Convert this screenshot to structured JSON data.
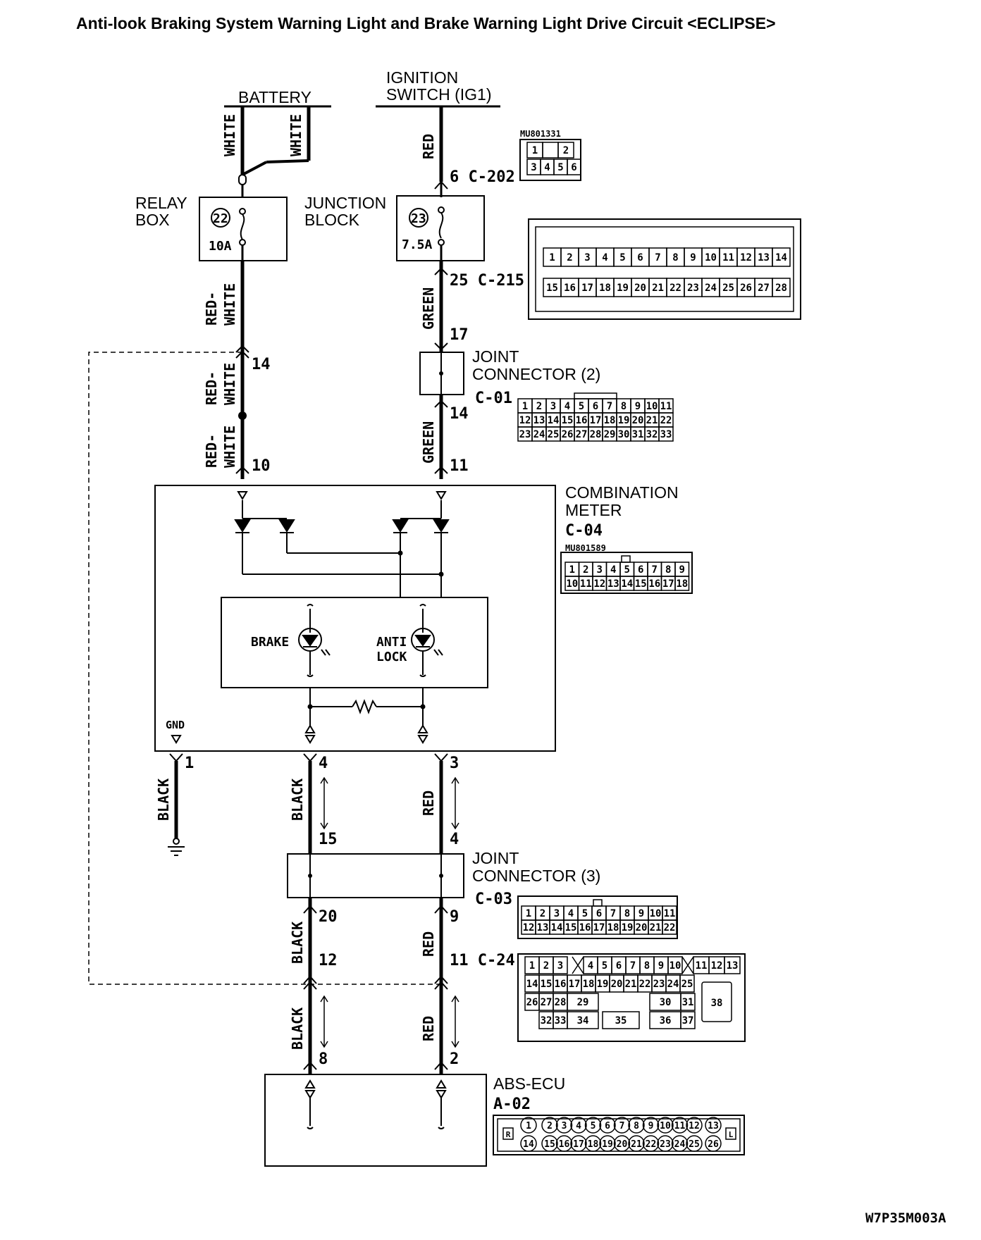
{
  "title": "Anti-look Braking System Warning Light and Brake Warning Light Drive Circuit <ECLIPSE>",
  "figure_code": "W7P35M003A",
  "sources": {
    "battery": "BATTERY",
    "ignition_line1": "IGNITION",
    "ignition_line2": "SWITCH (IG1)"
  },
  "boxes": {
    "relay_line1": "RELAY",
    "relay_line2": "BOX",
    "relay_fuse_no": "22",
    "relay_fuse_amp": "10A",
    "junction_line1": "JUNCTION",
    "junction_line2": "BLOCK",
    "junction_fuse_no": "23",
    "junction_fuse_amp": "7.5A",
    "joint2_line1": "JOINT",
    "joint2_line2": "CONNECTOR (2)",
    "joint2_code": "C-01",
    "meter_line1": "COMBINATION",
    "meter_line2": "METER",
    "meter_code": "C-04",
    "meter_part": "MU801589",
    "brake": "BRAKE",
    "antilock_line1": "ANTI",
    "antilock_line2": "LOCK",
    "gnd": "GND",
    "joint3_line1": "JOINT",
    "joint3_line2": "CONNECTOR (3)",
    "joint3_code": "C-03",
    "abs_line1": "ABS-ECU",
    "abs_code": "A-02"
  },
  "wires": {
    "white": "WHITE",
    "red": "RED",
    "red_white_1": "RED-",
    "red_white_2": "WHITE",
    "green": "GREEN",
    "black": "BLACK"
  },
  "pins": {
    "c202": "6  C-202",
    "c215": "25  C-215",
    "p17": "17",
    "p14a": "14",
    "p14b": "14",
    "p10": "10",
    "p11": "11",
    "p1": "1",
    "p4": "4",
    "p3": "3",
    "p15": "15",
    "p4b": "4",
    "p20": "20",
    "p9": "9",
    "p12": "12",
    "c24": "11  C-24",
    "p8": "8",
    "p2": "2"
  },
  "connectors": {
    "c202_part": "MU801331",
    "c202_top": [
      "1",
      "",
      "2"
    ],
    "c202_bottom": [
      "3",
      "4",
      "5",
      "6"
    ],
    "c215_top": [
      "1",
      "2",
      "3",
      "4",
      "5",
      "6",
      "7",
      "8",
      "9",
      "10",
      "11",
      "12",
      "13",
      "14"
    ],
    "c215_bottom": [
      "15",
      "16",
      "17",
      "18",
      "19",
      "20",
      "21",
      "22",
      "23",
      "24",
      "25",
      "26",
      "27",
      "28"
    ],
    "c01_r1": [
      "1",
      "2",
      "3",
      "4",
      "5",
      "6",
      "7",
      "8",
      "9",
      "10",
      "11"
    ],
    "c01_r2": [
      "12",
      "13",
      "14",
      "15",
      "16",
      "17",
      "18",
      "19",
      "20",
      "21",
      "22"
    ],
    "c01_r3": [
      "23",
      "24",
      "25",
      "26",
      "27",
      "28",
      "29",
      "30",
      "31",
      "32",
      "33"
    ],
    "c04_r1": [
      "1",
      "2",
      "3",
      "4",
      "5",
      "6",
      "7",
      "8",
      "9"
    ],
    "c04_r2": [
      "10",
      "11",
      "12",
      "13",
      "14",
      "15",
      "16",
      "17",
      "18"
    ],
    "c03_r1": [
      "1",
      "2",
      "3",
      "4",
      "5",
      "6",
      "7",
      "8",
      "9",
      "10",
      "11"
    ],
    "c03_r2": [
      "12",
      "13",
      "14",
      "15",
      "16",
      "17",
      "18",
      "19",
      "20",
      "21",
      "22"
    ],
    "c24_r1a": [
      "1",
      "2",
      "3"
    ],
    "c24_r1b": [
      "4",
      "5",
      "6",
      "7",
      "8",
      "9",
      "10"
    ],
    "c24_r1c": [
      "11",
      "12",
      "13"
    ],
    "c24_r2": [
      "14",
      "15",
      "16",
      "17",
      "18",
      "19",
      "20",
      "21",
      "22",
      "23",
      "24",
      "25"
    ],
    "c24_r3": [
      "26",
      "27",
      "28",
      "29",
      "30",
      "31"
    ],
    "c24_r4": [
      "32",
      "33",
      "34",
      "35",
      "36",
      "37"
    ],
    "c24_big": "38",
    "a02_r1": [
      "1",
      "2",
      "3",
      "4",
      "5",
      "6",
      "7",
      "8",
      "9",
      "10",
      "11",
      "12",
      "13"
    ],
    "a02_r2": [
      "14",
      "15",
      "16",
      "17",
      "18",
      "19",
      "20",
      "21",
      "22",
      "23",
      "24",
      "25",
      "26"
    ],
    "a02_left": "R",
    "a02_right": "L"
  }
}
